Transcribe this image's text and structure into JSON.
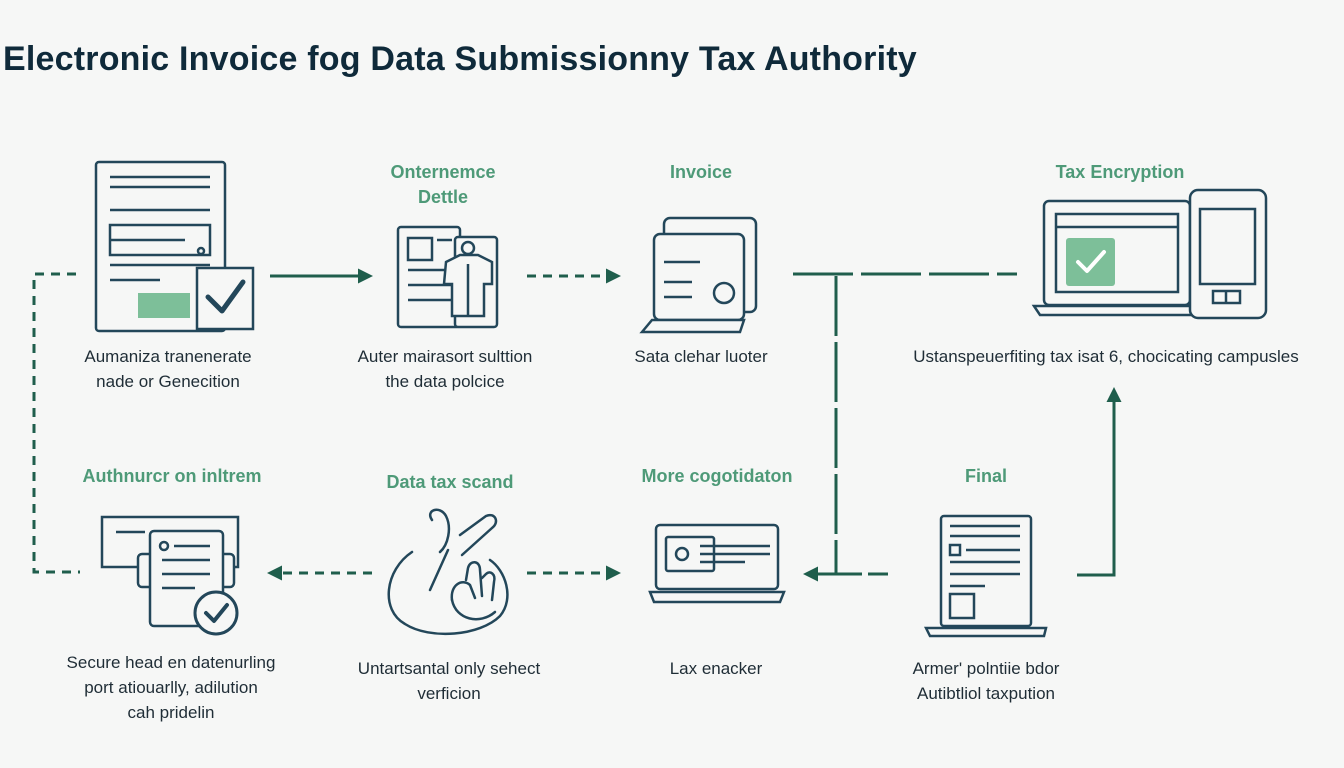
{
  "title": "Electronic Invoice fog Data Submissionny Tax Authority",
  "steps": {
    "s1": {
      "title": "",
      "caption": [
        "Aumaniza tranenerate",
        "nade or Genecition"
      ],
      "icon": "document-check-icon"
    },
    "s2": {
      "title": [
        "Onternemce",
        "Dettle"
      ],
      "caption": [
        "Auter mairasort sulttion",
        "the data polcice"
      ],
      "icon": "person-document-icon"
    },
    "s3": {
      "title": [
        "Invoice"
      ],
      "caption": [
        "Sata clehar luoter"
      ],
      "icon": "invoice-icon"
    },
    "s4": {
      "title": [
        "Tax Encryption"
      ],
      "caption": [
        "Ustanspeuerfiting tax isat 6, chocicating campusles"
      ],
      "icon": "laptop-phone-icon"
    },
    "s5": {
      "title": [
        "Authnurcr on inltrem"
      ],
      "caption": [
        "Secure head en datenurling",
        "port atiouarlly, adilution",
        "cah pridelin"
      ],
      "icon": "verified-documents-icon"
    },
    "s6": {
      "title": [
        "Data tax scand"
      ],
      "caption": [
        "Untartsantal only sehect",
        "verficion"
      ],
      "icon": "hand-scan-icon"
    },
    "s7": {
      "title": [
        "More cogotidaton"
      ],
      "caption": [
        "Lax enacker"
      ],
      "icon": "laptop-card-icon"
    },
    "s8": {
      "title": [
        "Final"
      ],
      "caption": [
        "Armer' polntiie bdor",
        "Autibtliol taxpution"
      ],
      "icon": "final-report-icon"
    }
  },
  "colors": {
    "title": "#0f2a3a",
    "accent": "#4e9a78",
    "line": "#1f5e4c",
    "icon_stroke": "#23475a",
    "fill_green": "#7dbf99"
  }
}
